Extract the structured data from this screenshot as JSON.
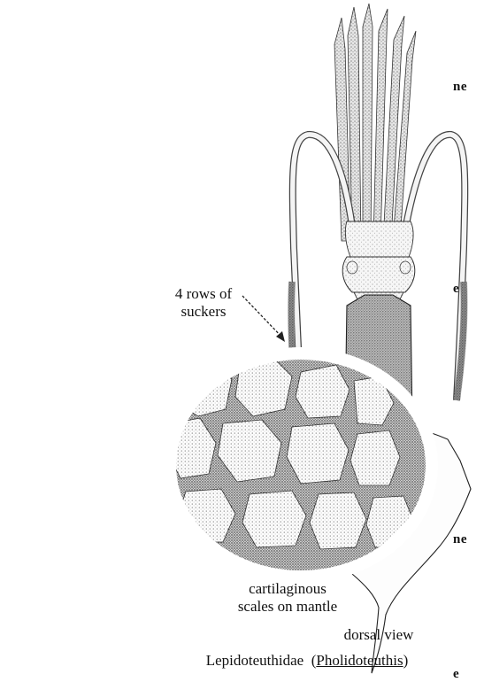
{
  "margin_fragments": {
    "f1": "ne",
    "f2": "e",
    "f3": "ne",
    "f4": "e"
  },
  "labels": {
    "suckers_line1": "4 rows of",
    "suckers_line2": "suckers",
    "scales_line1": "cartilaginous",
    "scales_line2": "scales on mantle",
    "view": "dorsal view",
    "family": "Lepidoteuthidae",
    "genus": "Pholidoteuthis"
  }
}
